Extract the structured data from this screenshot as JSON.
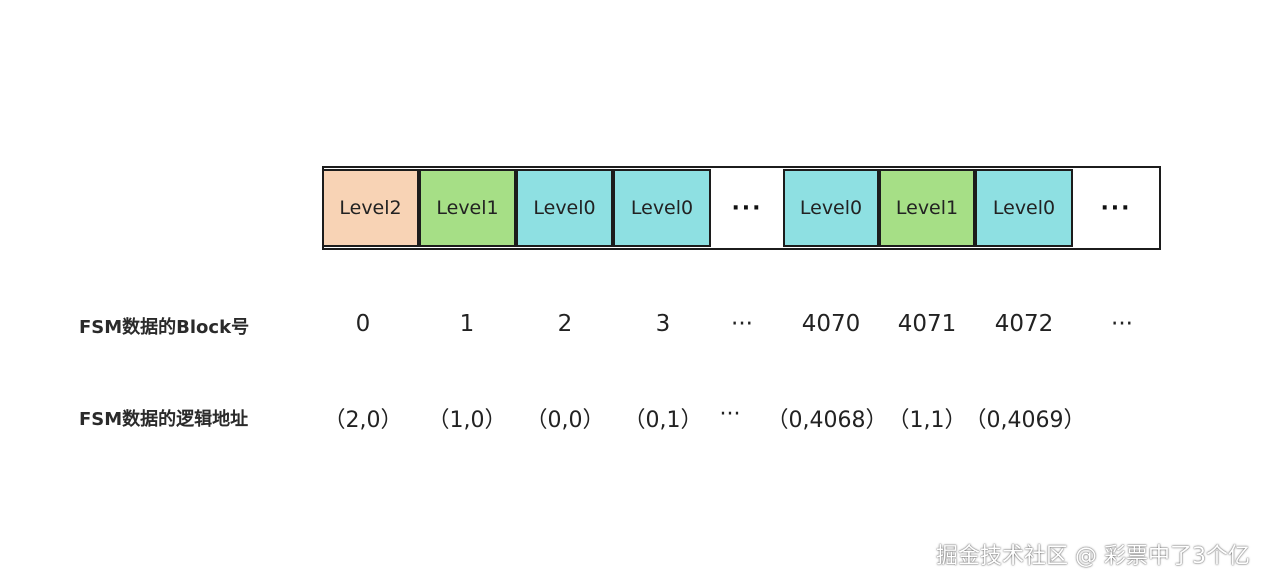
{
  "colors": {
    "level2": "#f8d3b5",
    "level1": "#a6df86",
    "level0": "#8ee0e2",
    "border": "#1c1c1c"
  },
  "blocks": [
    {
      "label": "Level2",
      "level": 2
    },
    {
      "label": "Level1",
      "level": 1
    },
    {
      "label": "Level0",
      "level": 0
    },
    {
      "label": "Level0",
      "level": 0
    },
    {
      "label": "Level0",
      "level": 0
    },
    {
      "label": "Level1",
      "level": 1
    },
    {
      "label": "Level0",
      "level": 0
    }
  ],
  "ellipsis": "···",
  "block_number_row": {
    "label": "FSM数据的Block号",
    "values": [
      "0",
      "1",
      "2",
      "3",
      "···",
      "4070",
      "4071",
      "4072",
      "···"
    ]
  },
  "logical_address_row": {
    "label": "FSM数据的逻辑地址",
    "values": [
      "（2,0）",
      "（1,0）",
      "（0,0）",
      "（0,1）",
      "···",
      "（0,4068）",
      "（1,1）",
      "（0,4069）"
    ]
  },
  "watermark": "掘金技术社区 @ 彩票中了3个亿"
}
